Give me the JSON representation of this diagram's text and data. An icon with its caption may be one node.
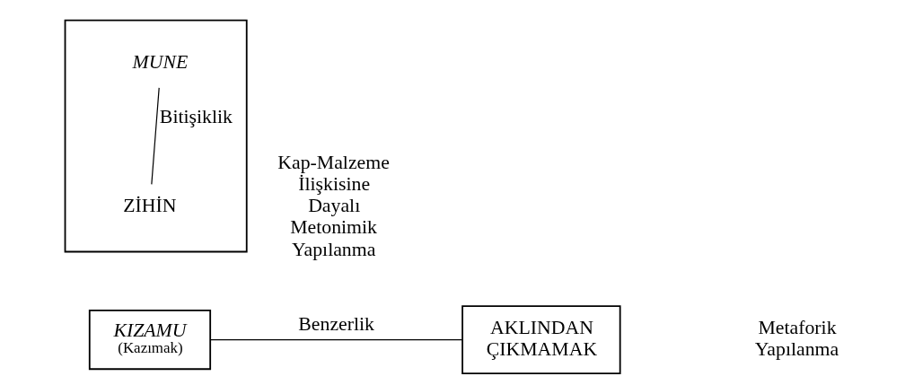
{
  "diagram": {
    "nodes": [
      {
        "text": [],
        "shape": "box"
      },
      {
        "text": [
          "MUNE"
        ],
        "in": 0
      },
      {
        "text": [
          "ZİHİN"
        ],
        "in": 0
      },
      {
        "text": [
          "KIZAMU",
          "(Kazımak)"
        ]
      },
      {
        "text": [
          "AKLINDAN ÇIKMAMAK"
        ]
      }
    ],
    "edges": [
      {
        "from": 1,
        "to": 2,
        "arrow": "none",
        "label": "Bitişiklik"
      },
      {
        "from": 3,
        "to": 4,
        "arrow": "none",
        "label": "Benzerlik"
      }
    ],
    "labels": [
      "Kap-Malzeme İlişkisine Dayalı Metonimik Yapılanma",
      "Metaforik Yapılanma"
    ]
  }
}
